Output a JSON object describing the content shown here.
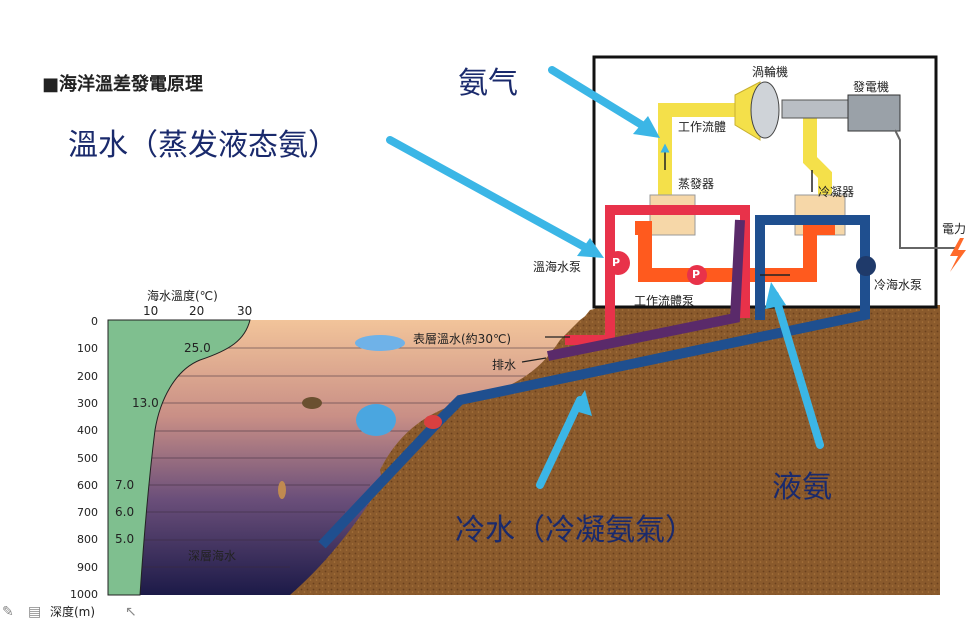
{
  "title": "■海洋溫差發電原理",
  "annotations": {
    "ammonia_gas": "氨气",
    "warm_water": "溫水（蒸发液态氨）",
    "cold_water": "冷水（冷凝氨氣）",
    "liquid_ammonia": "液氨"
  },
  "plant": {
    "turbine": "渦輪機",
    "generator": "發電機",
    "working_fluid": "工作流體",
    "evaporator": "蒸發器",
    "condenser": "冷凝器",
    "power": "電力",
    "warm_pump": "溫海水泵",
    "cold_pump": "冷海水泵",
    "fluid_pump": "工作流體泵",
    "pump_symbol": "P"
  },
  "ocean": {
    "surface_water": "表層溫水(約30℃)",
    "discharge": "排水",
    "deep_water": "深層海水"
  },
  "temperature_axis": {
    "label": "海水溫度(℃)",
    "ticks": [
      "10",
      "20",
      "30"
    ],
    "values": [
      {
        "depth_m": 100,
        "temp": "25.0"
      },
      {
        "depth_m": 300,
        "temp": "13.0"
      },
      {
        "depth_m": 600,
        "temp": "7.0"
      },
      {
        "depth_m": 700,
        "temp": "6.0"
      },
      {
        "depth_m": 800,
        "temp": "5.0"
      }
    ]
  },
  "depth_axis": {
    "label": "深度(m)",
    "ticks": [
      "0",
      "100",
      "200",
      "300",
      "400",
      "500",
      "600",
      "700",
      "800",
      "900",
      "1000"
    ]
  },
  "colors": {
    "warm_pipe": "#e8324a",
    "cold_pipe": "#1f4f8f",
    "discharge_pipe": "#5a2a6a",
    "fluid_pipe": "#ff5a1e",
    "gas_pipe": "#f4e04a",
    "soil": "#8a5a2c",
    "arrow": "#3bb6e6",
    "temp_panel": "#7fbf8f"
  }
}
